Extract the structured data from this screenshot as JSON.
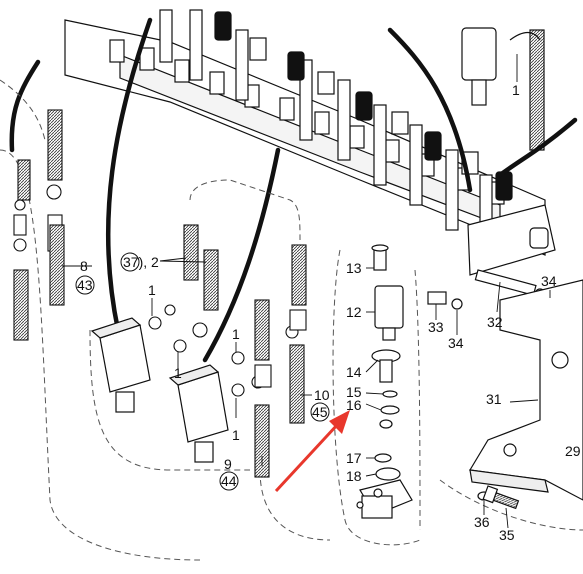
{
  "diagram": {
    "callouts": {
      "c1a": "1",
      "c1b": "1",
      "c1c": "1",
      "c1d": "1",
      "c1e": "1",
      "c2": "37), 2",
      "c8": "8",
      "c43": "43",
      "c9": "9",
      "c44": "44",
      "c10": "10",
      "c45": "45",
      "c12": "12",
      "c13": "13",
      "c14": "14",
      "c15": "15",
      "c16": "16",
      "c17": "17",
      "c18": "18",
      "c31": "31",
      "c32": "32",
      "c33": "33",
      "c34a": "34",
      "c34b": "34",
      "c35": "35",
      "c36": "36",
      "c29": "29"
    },
    "colors": {
      "ink": "#111111",
      "accent_arrow": "#e8372c",
      "background": "#ffffff"
    }
  }
}
